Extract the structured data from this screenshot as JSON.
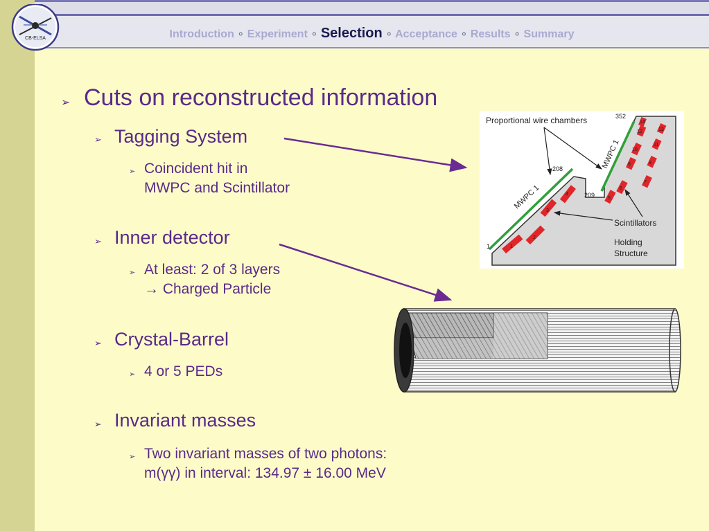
{
  "nav": {
    "items": [
      "Introduction",
      "Experiment",
      "Selection",
      "Acceptance",
      "Results",
      "Summary"
    ],
    "separator": "∘",
    "active": "Selection"
  },
  "logo": {
    "text": "CB-ELSA"
  },
  "content": {
    "heading": "Cuts on reconstructed information",
    "sections": [
      {
        "title": "Tagging System",
        "details": [
          "Coincident hit in",
          "MWPC and Scintillator"
        ]
      },
      {
        "title": "Inner detector",
        "details": [
          "At least: 2 of 3 layers",
          "→ Charged Particle"
        ]
      },
      {
        "title": "Crystal-Barrel",
        "details": [
          "4 or 5 PEDs"
        ]
      },
      {
        "title": "Invariant masses",
        "details": [
          "Two invariant masses of two photons:",
          "m(γγ) in interval: 134.97 ± 16.00 MeV"
        ]
      }
    ]
  },
  "tagger_figure": {
    "title": "Proportional wire chambers",
    "mwpc_label_left": "MWPC 1",
    "mwpc_label_right": "MWPC 1",
    "wire_numbers": [
      "1",
      "208",
      "209",
      "352"
    ],
    "scintillator_numbers": [
      "1",
      "2",
      "3",
      "4",
      "5",
      "6",
      "7",
      "8",
      "9",
      "10",
      "11",
      "12",
      "13",
      "14"
    ],
    "label_scintillators": "Scintillators",
    "label_holding_1": "Holding",
    "label_holding_2": "Structure"
  },
  "colors": {
    "background": "#fdfcc8",
    "sidebar": "#d6d493",
    "text": "#5a2a8a",
    "arrow": "#6a2c92",
    "mwpc_green": "#2fa03a",
    "scint_red": "#e0262a"
  }
}
